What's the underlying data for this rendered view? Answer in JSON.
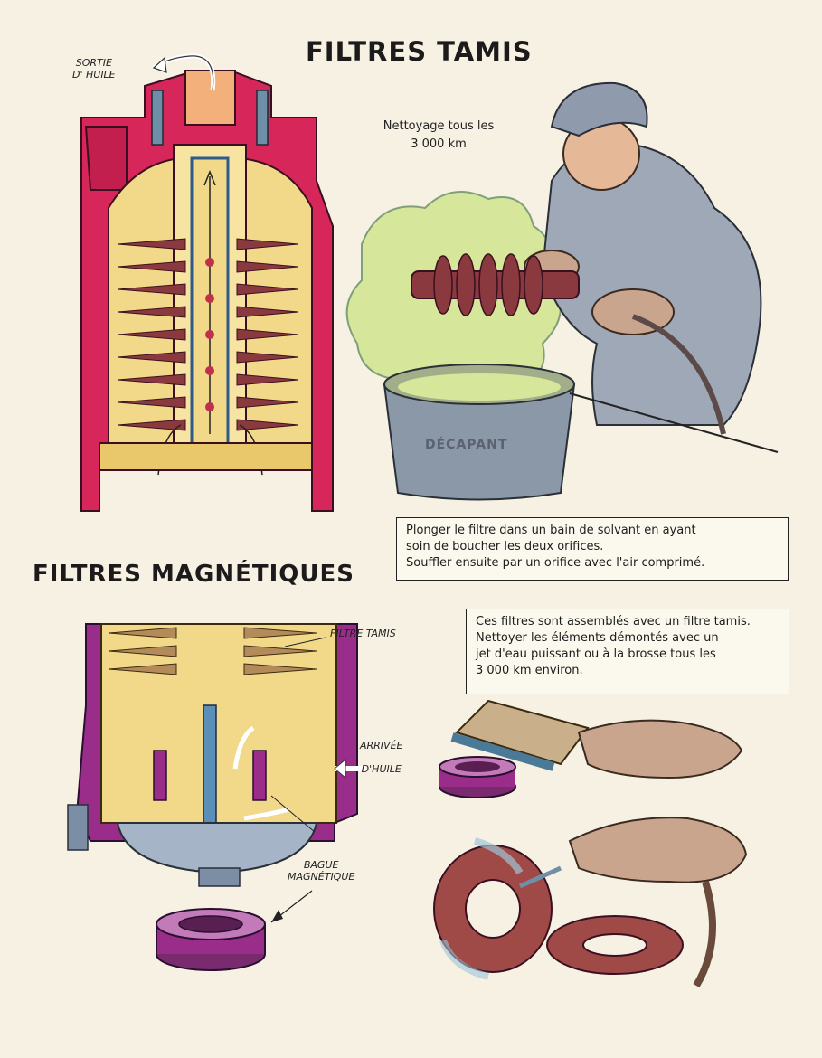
{
  "titles": {
    "tamis": "FILTRES TAMIS",
    "magnetiques": "FILTRES MAGNÉTIQUES"
  },
  "labels": {
    "sortie_huile": [
      "SORTIE",
      "D' HUILE"
    ],
    "filtre_tamis": "FILTRE TAMIS",
    "arrivee_huile": [
      "ARRIVÉE",
      "D'HUILE"
    ],
    "bague_magnetique": [
      "BAGUE",
      "MAGNÉTIQUE"
    ],
    "decapant": "DÉCAPANT"
  },
  "notes": {
    "nettoyage": [
      "Nettoyage tous les",
      "3 000 km"
    ]
  },
  "boxes": {
    "plonger": [
      "Plonger le filtre dans un bain de solvant en ayant",
      "soin de boucher les deux orifices.",
      "Souffler ensuite par un orifice avec l'air comprimé."
    ],
    "ces_filtres": [
      "Ces filtres sont assemblés avec un filtre tamis.",
      "Nettoyer les éléments démontés avec un",
      "jet d'eau puissant ou à la brosse tous les",
      "3 000 km environ."
    ]
  },
  "colors": {
    "housing_red": "#d6265a",
    "housing_purple": "#9a2c8a",
    "cream": "#f2d98a",
    "disc_brown": "#8a3a3e",
    "metal_blue": "#5c8fb8",
    "foam_green": "#d6e69a"
  }
}
